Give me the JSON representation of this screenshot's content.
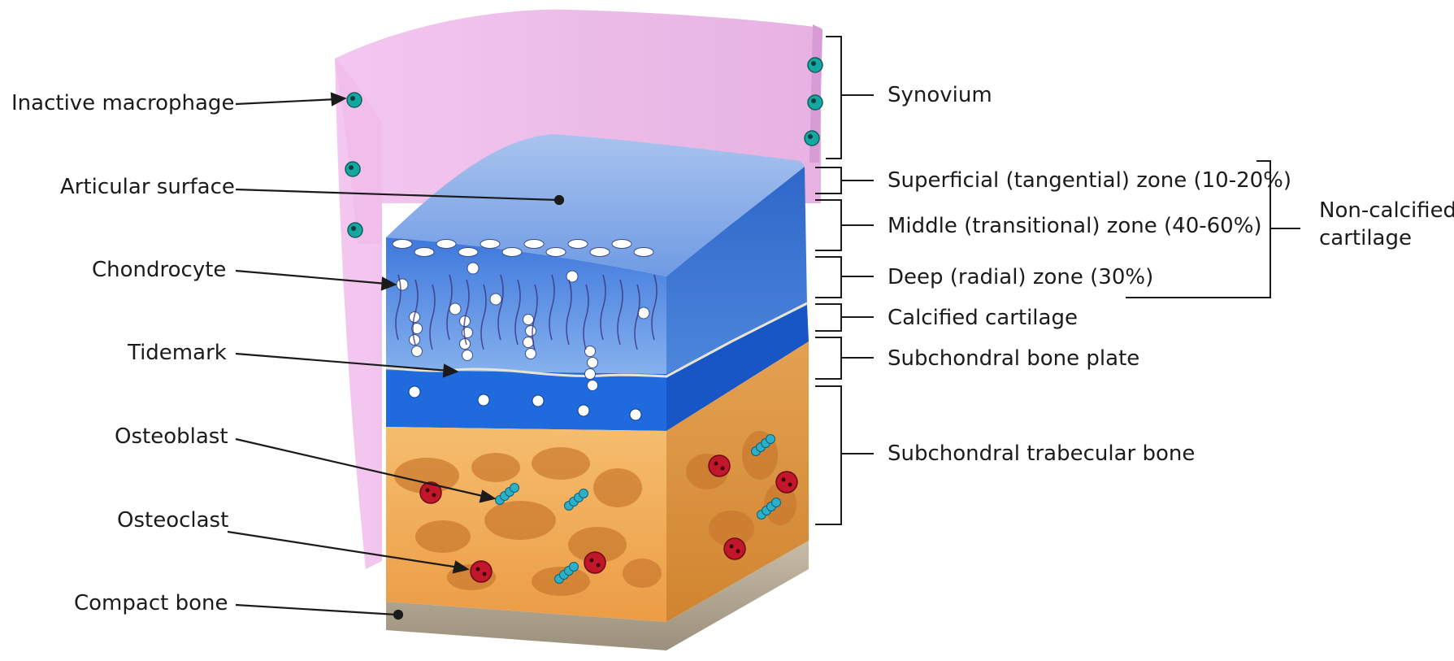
{
  "left_labels": [
    {
      "id": "inactive-macrophage",
      "text": "Inactive macrophage"
    },
    {
      "id": "articular-surface",
      "text": "Articular surface"
    },
    {
      "id": "chondrocyte",
      "text": "Chondrocyte"
    },
    {
      "id": "tidemark",
      "text": "Tidemark"
    },
    {
      "id": "osteoblast",
      "text": "Osteoblast"
    },
    {
      "id": "osteoclast",
      "text": "Osteoclast"
    },
    {
      "id": "compact-bone",
      "text": "Compact bone"
    }
  ],
  "right_labels": [
    {
      "id": "synovium",
      "text": "Synovium"
    },
    {
      "id": "superficial-zone",
      "text": "Superficial (tangential) zone (10-20%)"
    },
    {
      "id": "middle-zone",
      "text": "Middle (transitional) zone (40-60%)"
    },
    {
      "id": "deep-zone",
      "text": "Deep (radial) zone (30%)"
    },
    {
      "id": "calcified-cartilage",
      "text": "Calcified cartilage"
    },
    {
      "id": "subchondral-bone-plate",
      "text": "Subchondral bone plate"
    },
    {
      "id": "subchondral-trabecular-bone",
      "text": "Subchondral trabecular bone"
    }
  ],
  "group_label": {
    "line1": "Non-calcified",
    "line2": "cartilage"
  },
  "colors": {
    "synovium": "#eebbe8",
    "cartilage_top": "#7fa6e6",
    "cartilage_front": "#5f97e8",
    "calcified": "#1f6bdd",
    "bone": "#f0ae5a",
    "bone_dark": "#c9782c",
    "compact_bone": "#b0a591",
    "osteoclast": "#c2162a",
    "osteoblast": "#2bb0c8",
    "macrophage": "#17a7a3",
    "label_text": "#1b1b1b"
  }
}
